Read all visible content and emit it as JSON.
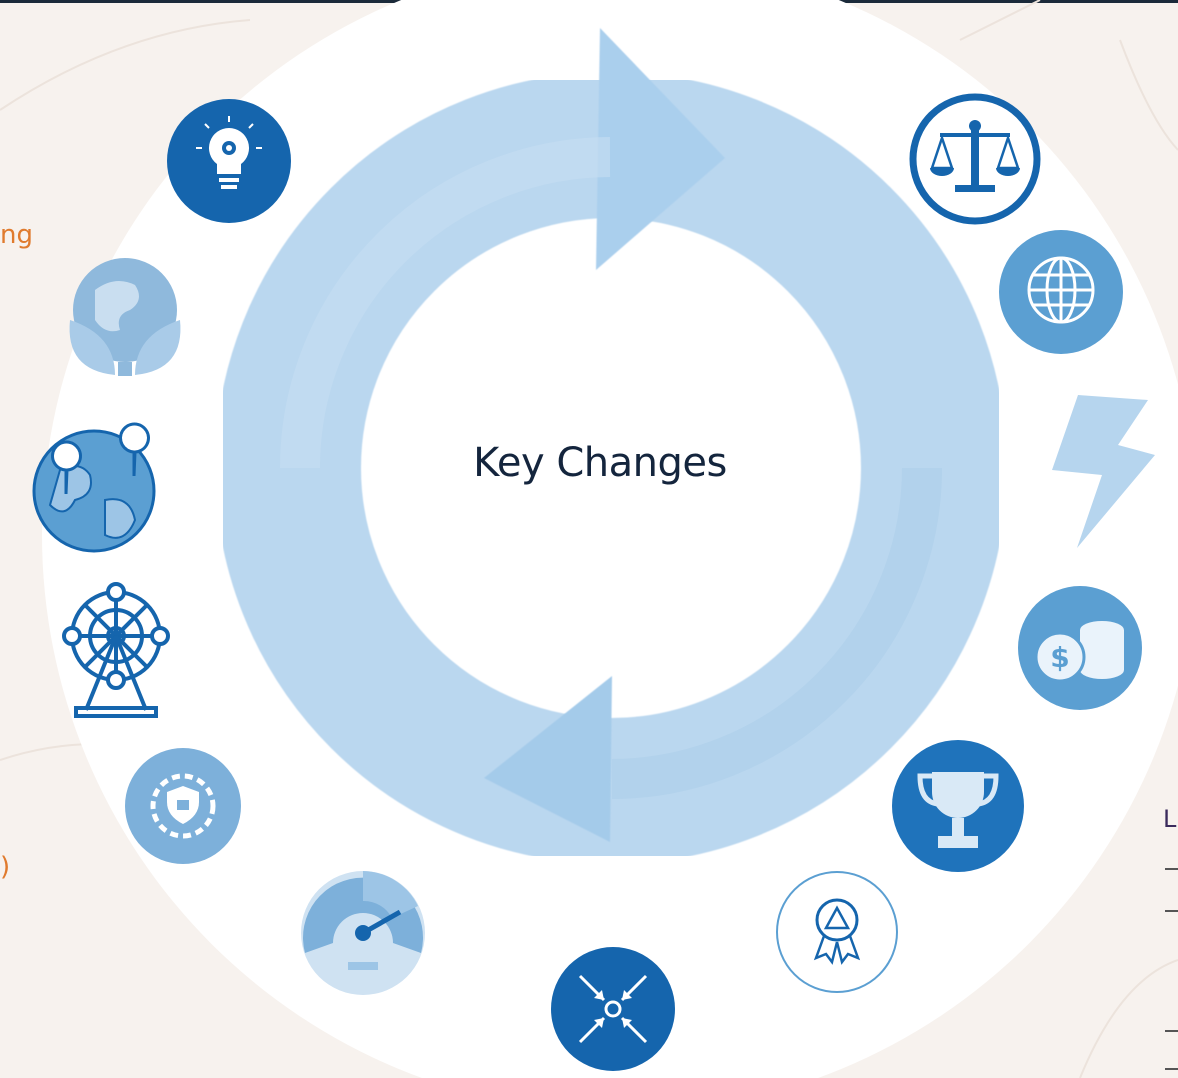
{
  "diagram": {
    "center_label": "Key Changes",
    "left_text_fragments": [
      "ng",
      ")"
    ],
    "right_text_fragment": "L",
    "icons": [
      "lightbulb-gear-icon",
      "globe-leaves-icon",
      "globe-pins-icon",
      "ferris-wheel-icon",
      "shield-gear-lock-icon",
      "speedometer-icon",
      "arrows-converge-icon",
      "award-warning-icon",
      "trophy-icon",
      "coins-dollar-icon",
      "lightning-icon",
      "globe-grid-icon",
      "scales-icon"
    ],
    "colors": {
      "dark_blue": "#1565ad",
      "mid_blue": "#5b9fd2",
      "light_blue": "#9dc5e6",
      "ring": "#b9d7ee",
      "orange_text": "#e07b2e"
    }
  }
}
